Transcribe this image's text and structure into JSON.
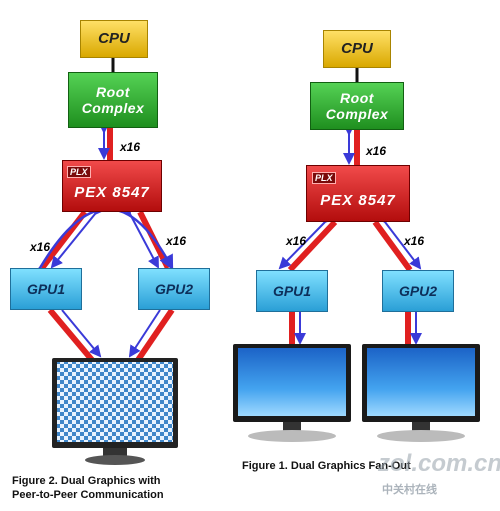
{
  "left": {
    "cpu": "CPU",
    "root_complex": "Root\nComplex",
    "pex_logo": "PLX",
    "pex": "PEX 8547",
    "link_top": "x16",
    "link_left": "x16",
    "link_right": "x16",
    "gpu1": "GPU1",
    "gpu2": "GPU2",
    "caption": "Figure 2. Dual Graphics with\nPeer-to-Peer Communication"
  },
  "right": {
    "cpu": "CPU",
    "root_complex": "Root\nComplex",
    "pex_logo": "PLX",
    "pex": "PEX 8547",
    "link_top": "x16",
    "link_left": "x16",
    "link_right": "x16",
    "gpu1": "GPU1",
    "gpu2": "GPU2",
    "caption": "Figure 1. Dual Graphics Fan-Out"
  },
  "watermark": {
    "main": "zol.com.cn",
    "sub": "中关村在线"
  },
  "colors": {
    "link_red": "#e02020",
    "arrow_blue": "#3a3ad8",
    "cable_black": "#111111"
  }
}
